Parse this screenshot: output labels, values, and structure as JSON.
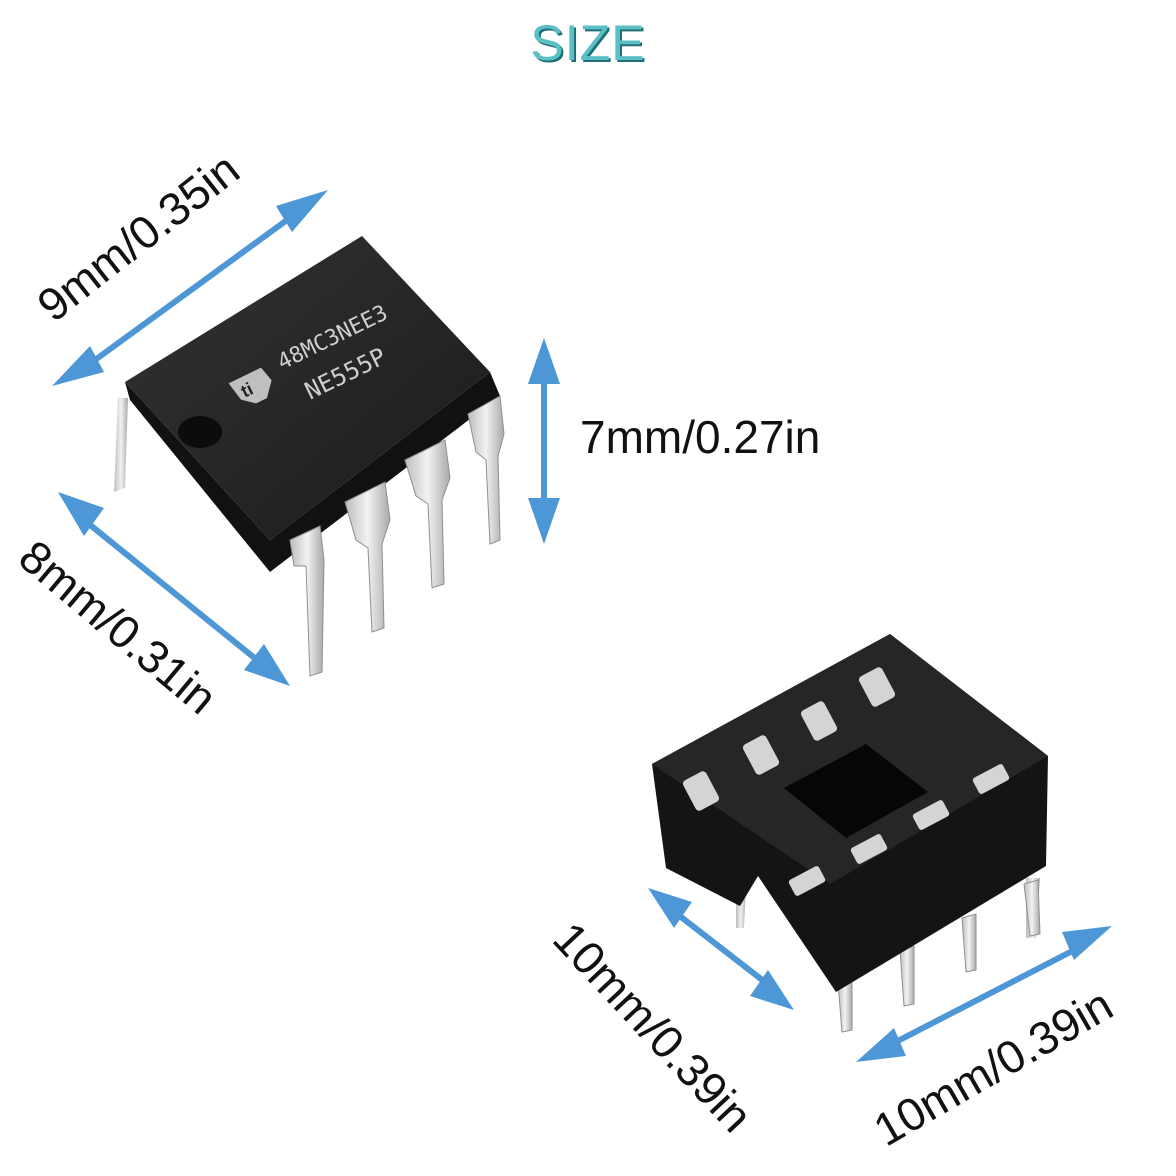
{
  "title": "SIZE",
  "colors": {
    "title_fill": "#5bc0c6",
    "title_shadow": "#1f6f74",
    "arrow": "#4d97d6",
    "chip_body": "#1e1e1e",
    "socket_body": "#141414",
    "pin": "#d9d9d9"
  },
  "chip": {
    "brand_icon": "ti-logo-icon",
    "marking_line1": "48MC3NEE3",
    "marking_line2": "NE555P"
  },
  "dimensions": {
    "chip_length": "9mm/0.35in",
    "chip_height": "7mm/0.27in",
    "chip_width": "8mm/0.31in",
    "socket_width": "10mm/0.39in",
    "socket_length": "10mm/0.39in"
  }
}
